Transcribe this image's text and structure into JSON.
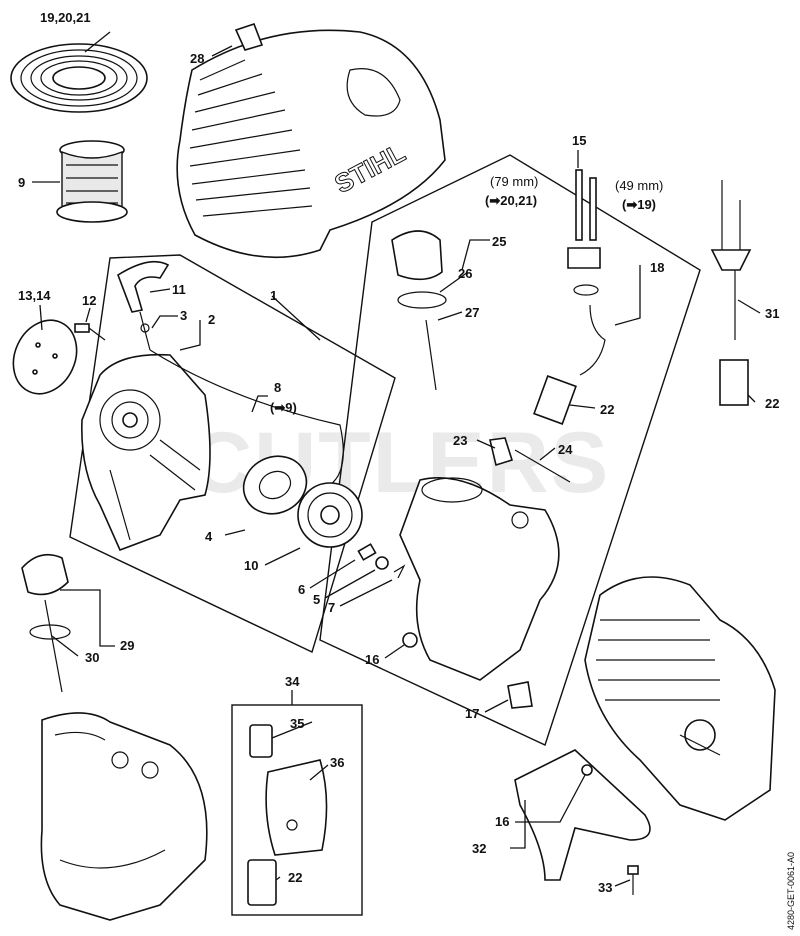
{
  "watermark": "CUTLERS",
  "brand_on_cover": "STIHL",
  "document_ref": "4280-GET-0061-A0",
  "callouts": {
    "c19_20_21": "19,20,21",
    "c9": "9",
    "c28": "28",
    "c13_14": "13,14",
    "c12": "12",
    "c11": "11",
    "c3": "3",
    "c2": "2",
    "c1": "1",
    "c8": "8",
    "c8_ref": "(➡9)",
    "c4": "4",
    "c10": "10",
    "c6": "6",
    "c5": "5",
    "c7": "7",
    "c29": "29",
    "c30": "30",
    "c15": "15",
    "c79": "(79 mm)",
    "c79_ref": "(➡20,21)",
    "c49": "(49 mm)",
    "c49_ref": "(➡19)",
    "c25": "25",
    "c26": "26",
    "c27": "27",
    "c18": "18",
    "c22a": "22",
    "c23": "23",
    "c24": "24",
    "c16a": "16",
    "c17": "17",
    "c31": "31",
    "c22b": "22",
    "c34": "34",
    "c35": "35",
    "c36": "36",
    "c22c": "22",
    "c16b": "16",
    "c32": "32",
    "c33": "33"
  }
}
